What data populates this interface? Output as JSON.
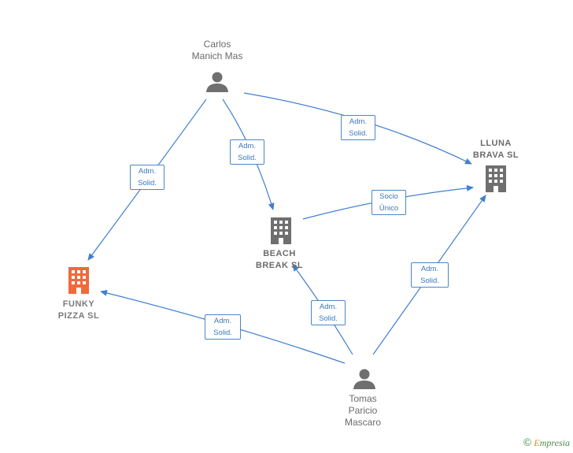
{
  "nodes": {
    "carlos": {
      "label": "Carlos\nManich Mas",
      "type": "person"
    },
    "lluna": {
      "label": "LLUNA\nBRAVA  SL",
      "type": "company"
    },
    "beach": {
      "label": "BEACH\nBREAK  SL",
      "type": "company"
    },
    "funky": {
      "label": "FUNKY\nPIZZA  SL",
      "type": "company",
      "highlight": "#f06a3a"
    },
    "tomas": {
      "label": "Tomas\nParicio\nMascaro",
      "type": "person"
    }
  },
  "edges": [
    {
      "from": "carlos",
      "to": "funky",
      "label": "Adm.\nSolid."
    },
    {
      "from": "carlos",
      "to": "beach",
      "label": "Adm.\nSolid."
    },
    {
      "from": "carlos",
      "to": "lluna",
      "label": "Adm.\nSolid."
    },
    {
      "from": "beach",
      "to": "lluna",
      "label": "Socio\nÚnico"
    },
    {
      "from": "tomas",
      "to": "lluna",
      "label": "Adm.\nSolid."
    },
    {
      "from": "tomas",
      "to": "beach",
      "label": "Adm.\nSolid."
    },
    {
      "from": "tomas",
      "to": "funky",
      "label": "Adm.\nSolid."
    }
  ],
  "colors": {
    "edge": "#3f7fcf",
    "icon": "#6f6f6f",
    "highlight": "#f06a3a"
  },
  "watermark": {
    "symbol": "©",
    "initial": "E",
    "rest": "mpresia"
  }
}
